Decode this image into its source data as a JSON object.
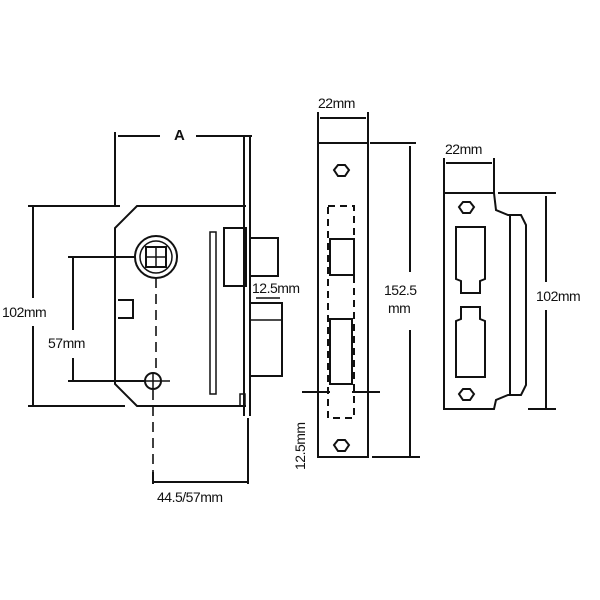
{
  "title": "Mortice sash lock dimension drawing",
  "lock_body": {
    "dim_a": "A",
    "height": "102mm",
    "follower_to_keyhole": "57mm",
    "backset": "44.5/57mm",
    "latch_to_bolt": "12.5mm"
  },
  "forend": {
    "width": "22mm",
    "length_line1": "152.5",
    "length_line2": "mm",
    "bolt_offset": "12.5mm"
  },
  "strike_plate": {
    "width": "22mm",
    "height": "102mm"
  }
}
